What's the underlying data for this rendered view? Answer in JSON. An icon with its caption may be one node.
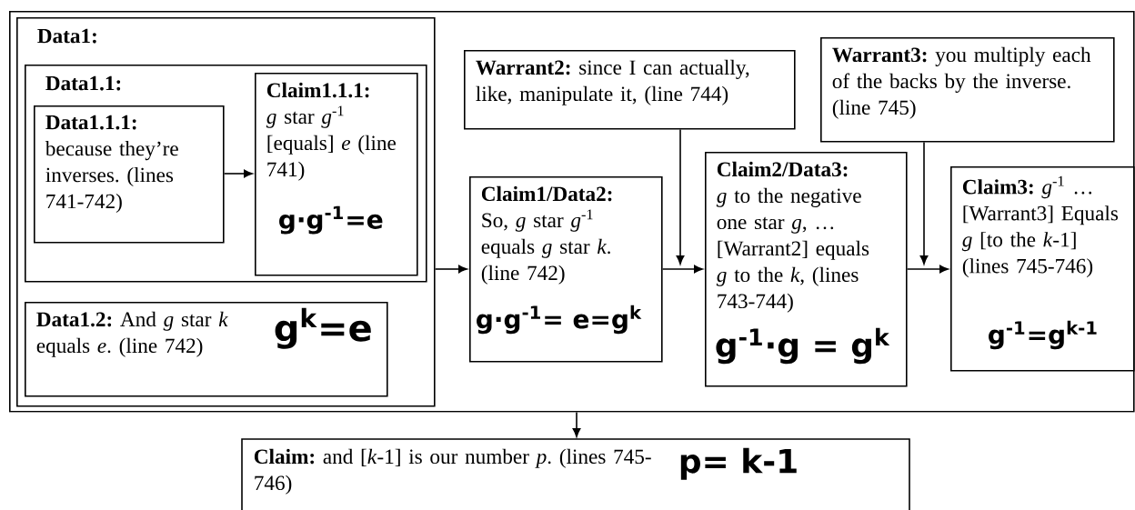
{
  "diagram": {
    "nodes": [
      {
        "text": [],
        "shape": "box"
      },
      {
        "text": [
          "Data1:"
        ],
        "in": 0
      },
      {
        "text": [
          "Data1.1:"
        ],
        "in": 1
      },
      {
        "text": [
          "Data1.1.1:",
          "because they’re inverses. (lines 741-742)"
        ],
        "in": 2
      },
      {
        "text": [
          "Claim1.1.1:",
          "*g* star *g*$^{-1}$ [equals] *e* (line 741)",
          "g·g$^{-1}$=e"
        ],
        "in": 2
      },
      {
        "text": [
          "Data1.2:",
          "And *g* star *k* equals *e*. (line 742)",
          "g$^{k}$=e"
        ],
        "in": 1
      },
      {
        "text": [
          "Warrant2:",
          "since I can actually, like, manipulate it, (line 744)"
        ],
        "in": 0
      },
      {
        "text": [
          "Claim1/Data2:",
          "So, *g* star *g*$^{-1}$ equals *g* star *k*. (line 742)",
          "g·g$^{-1}$= e=g$^{k}$"
        ],
        "in": 0
      },
      {
        "text": [
          "Claim2/Data3:",
          "*g* to the negative one star *g*, … [Warrant2] equals *g* to the *k*, (lines 743-744)",
          "g$^{-1}$·g = g$^{k}$"
        ],
        "in": 0
      },
      {
        "text": [
          "Warrant3:",
          "you multiply each of the backs by the inverse. (line 745)"
        ],
        "in": 0
      },
      {
        "text": [
          "Claim3:",
          "*g*$^{-1}$ … [Warrant3] Equals *g* [to the *k*-1] (lines 745-746)",
          "g$^{-1}$=g$^{k-1}$"
        ],
        "in": 0
      },
      {
        "text": [
          "Claim:",
          "and [*k*-1] is our number *p*. (lines 745-746)",
          "p= k-1"
        ]
      }
    ],
    "edges": [
      {
        "from": 3,
        "to": 4,
        "arrow": "to"
      },
      {
        "from": 1,
        "to": 7,
        "arrow": "to"
      },
      {
        "from": 7,
        "to": 8,
        "arrow": "to"
      },
      {
        "from": 6,
        "to": null,
        "arrow": "to"
      },
      {
        "from": 8,
        "to": 10,
        "arrow": "to"
      },
      {
        "from": 9,
        "to": null,
        "arrow": "to"
      },
      {
        "from": 0,
        "to": 11,
        "arrow": "to"
      }
    ]
  }
}
